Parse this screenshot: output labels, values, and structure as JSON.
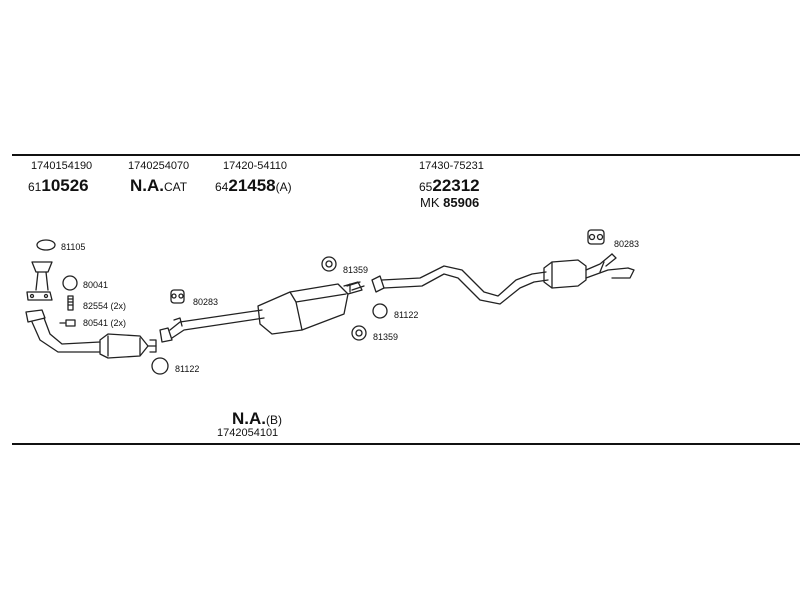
{
  "header_groups": [
    {
      "oe": "1740154190",
      "prefix": "61",
      "number": "10526",
      "suffix": ""
    },
    {
      "oe": "1740254070",
      "prefix": "",
      "number": "N.A.",
      "suffix": "CAT"
    },
    {
      "oe": "17420-54110",
      "prefix": "64",
      "number": "21458",
      "suffix": "(A)"
    },
    {
      "oe": "17430-75231",
      "prefix": "65",
      "number": "22312",
      "suffix": ""
    }
  ],
  "mk_line": {
    "prefix": "MK",
    "number": "85906"
  },
  "footer_group": {
    "number": "N.A.",
    "suffix": "(B)",
    "oe": "1742054101"
  },
  "part_labels": {
    "p81105": "81105",
    "p80041": "80041",
    "p82554": "82554 (2x)",
    "p80541": "80541 (2x)",
    "p80283_left": "80283",
    "p81122_bottom": "81122",
    "p81359_top": "81359",
    "p81122_mid": "81122",
    "p81359_mid": "81359",
    "p80283_right": "80283"
  },
  "icons": [
    "gasket-ring-icon",
    "hanger-icon",
    "bolt-icon",
    "nut-icon",
    "catalytic-converter-icon",
    "muffler-icon",
    "exhaust-pipe-icon",
    "clamp-icon"
  ]
}
